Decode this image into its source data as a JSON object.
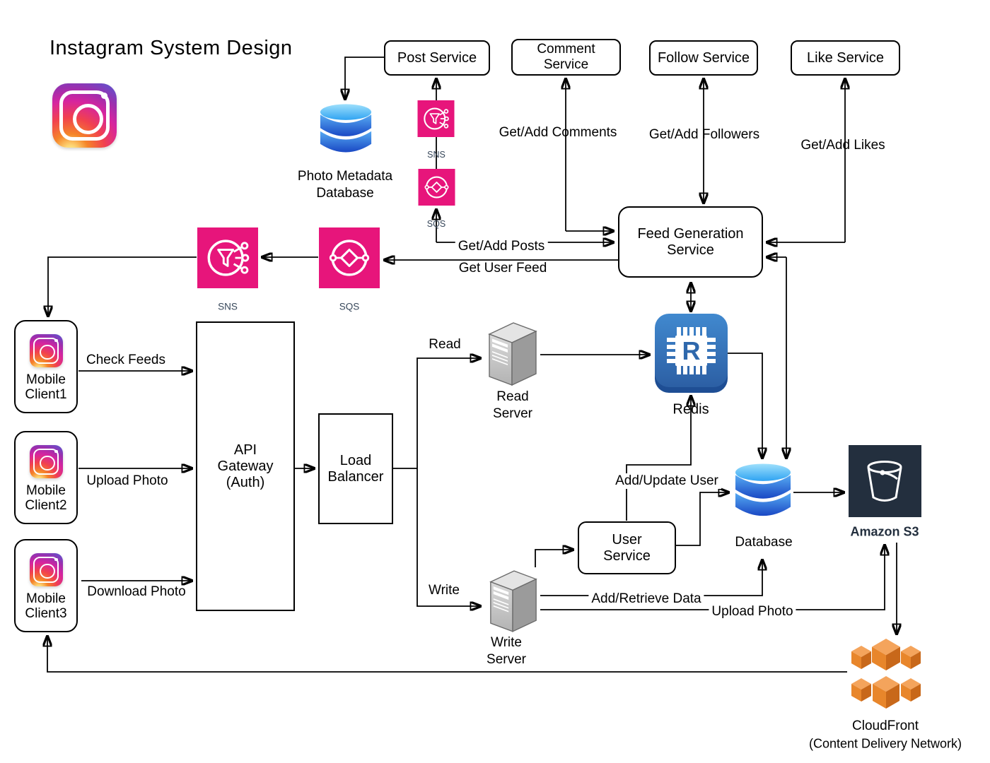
{
  "title": "Instagram System Design",
  "nodes": {
    "post_service": "Post Service",
    "comment_service": "Comment Service",
    "follow_service": "Follow Service",
    "like_service": "Like Service",
    "feed_generation_service": "Feed Generation Service",
    "api_gateway": "API Gateway (Auth)",
    "load_balancer": "Load Balancer",
    "user_service": "User Service",
    "mobile_client1": "Mobile Client1",
    "mobile_client2": "Mobile Client2",
    "mobile_client3": "Mobile Client3",
    "photo_metadata_database": "Photo Metadata Database",
    "read_server": "Read Server",
    "write_server": "Write Server",
    "redis": "Redis",
    "database": "Database",
    "amazon_s3": "Amazon S3",
    "cloudfront": "CloudFront",
    "cloudfront_sub": "(Content Delivery Network)",
    "sns_small": "SNS",
    "sqs_small": "SQS",
    "sns_large": "SNS",
    "sqs_large": "SQS"
  },
  "edges": {
    "check_feeds": "Check Feeds",
    "upload_photo_client": "Upload Photo",
    "download_photo": "Download Photo",
    "read": "Read",
    "write": "Write",
    "get_add_posts": "Get/Add Posts",
    "get_user_feed": "Get User Feed",
    "get_add_comments": "Get/Add Comments",
    "get_add_followers": "Get/Add Followers",
    "get_add_likes": "Get/Add Likes",
    "add_update_user": "Add/Update User",
    "add_retrieve_data": "Add/Retrieve Data",
    "upload_photo_s3": "Upload Photo"
  },
  "colors": {
    "aws_pink": "#E7157B",
    "redis_blue": "#3674BC",
    "s3_navy": "#232F3E",
    "cloudfront_orange": "#E8862B",
    "database_blue_light": "#53A7F2",
    "database_blue_dark": "#1A48C4",
    "line": "#000000"
  }
}
